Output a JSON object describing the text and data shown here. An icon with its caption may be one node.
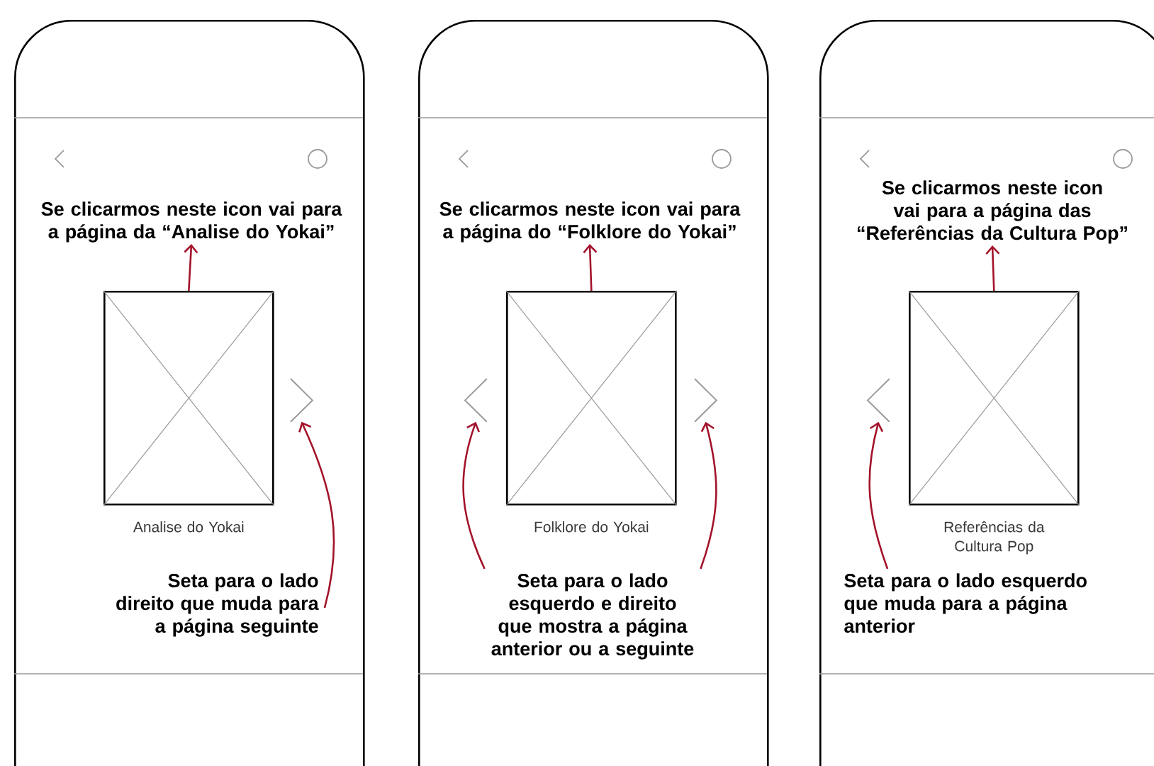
{
  "diagram": {
    "nodes": [
      {
        "text": [],
        "shape": "phone"
      },
      {
        "text": [
          "Se clicarmos neste icon vai para a página da “Analise do Yokai”"
        ],
        "in": 0
      },
      {
        "text": [],
        "shape": "box",
        "in": 0,
        "beside": [
          "Analise do Yokai"
        ]
      },
      {
        "text": [],
        "shape": "chevron",
        "in": 0
      },
      {
        "text": [
          "Seta para o lado direito que muda para a página seguinte"
        ],
        "in": 0
      },
      {
        "text": [],
        "shape": "phone"
      },
      {
        "text": [
          "Se clicarmos neste icon vai para a página do “Folklore do Yokai”"
        ],
        "in": 5
      },
      {
        "text": [],
        "shape": "box",
        "in": 5,
        "beside": [
          "Folklore do Yokai"
        ]
      },
      {
        "text": [],
        "shape": "chevron",
        "in": 5
      },
      {
        "text": [],
        "shape": "chevron",
        "in": 5
      },
      {
        "text": [
          "Seta para o lado esquerdo e direito que mostra a página anterior ou a seguinte"
        ],
        "in": 5
      },
      {
        "text": [],
        "shape": "phone"
      },
      {
        "text": [
          "Se clicarmos neste icon vai para a página das “Referências da Cultura Pop”"
        ],
        "in": 11
      },
      {
        "text": [],
        "shape": "box",
        "in": 11,
        "beside": [
          "Referências da Cultura Pop"
        ]
      },
      {
        "text": [],
        "shape": "chevron",
        "in": 11
      },
      {
        "text": [
          "Seta para o lado esquerdo que muda para a página anterior"
        ],
        "in": 11
      }
    ],
    "edges": [
      {
        "from": 2,
        "to": 1,
        "arrow": "to"
      },
      {
        "from": 4,
        "to": 3,
        "arrow": "to"
      },
      {
        "from": 7,
        "to": 6,
        "arrow": "to"
      },
      {
        "from": 10,
        "to": 8,
        "arrow": "to"
      },
      {
        "from": 10,
        "to": 9,
        "arrow": "to"
      },
      {
        "from": 13,
        "to": 12,
        "arrow": "to"
      },
      {
        "from": 15,
        "to": 14,
        "arrow": "to"
      }
    ]
  }
}
